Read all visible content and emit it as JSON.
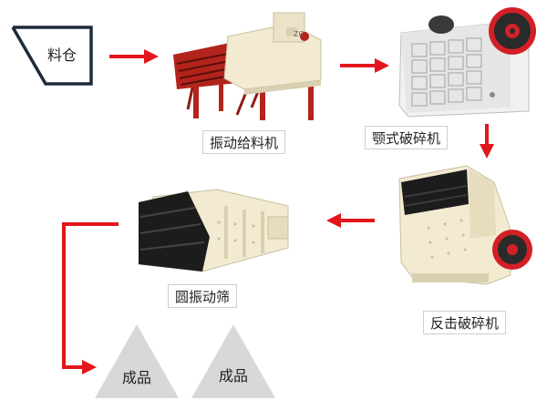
{
  "hopper": {
    "label": "料仓"
  },
  "machines": [
    {
      "id": "feeder",
      "label": "振动给料机"
    },
    {
      "id": "jaw_crusher",
      "label": "颚式破碎机"
    },
    {
      "id": "impact_crusher",
      "label": "反击破碎机"
    },
    {
      "id": "screen",
      "label": "圆振动筛"
    }
  ],
  "products": [
    {
      "label": "成品"
    },
    {
      "label": "成品"
    }
  ],
  "colors": {
    "arrow": "#e3161d",
    "machine_body": "#f3ead2",
    "machine_dark": "#1a1a1a",
    "feeder_red": "#b3241c",
    "pile": "#d8d8d8",
    "hopper_stroke": "#1e2a3a"
  }
}
